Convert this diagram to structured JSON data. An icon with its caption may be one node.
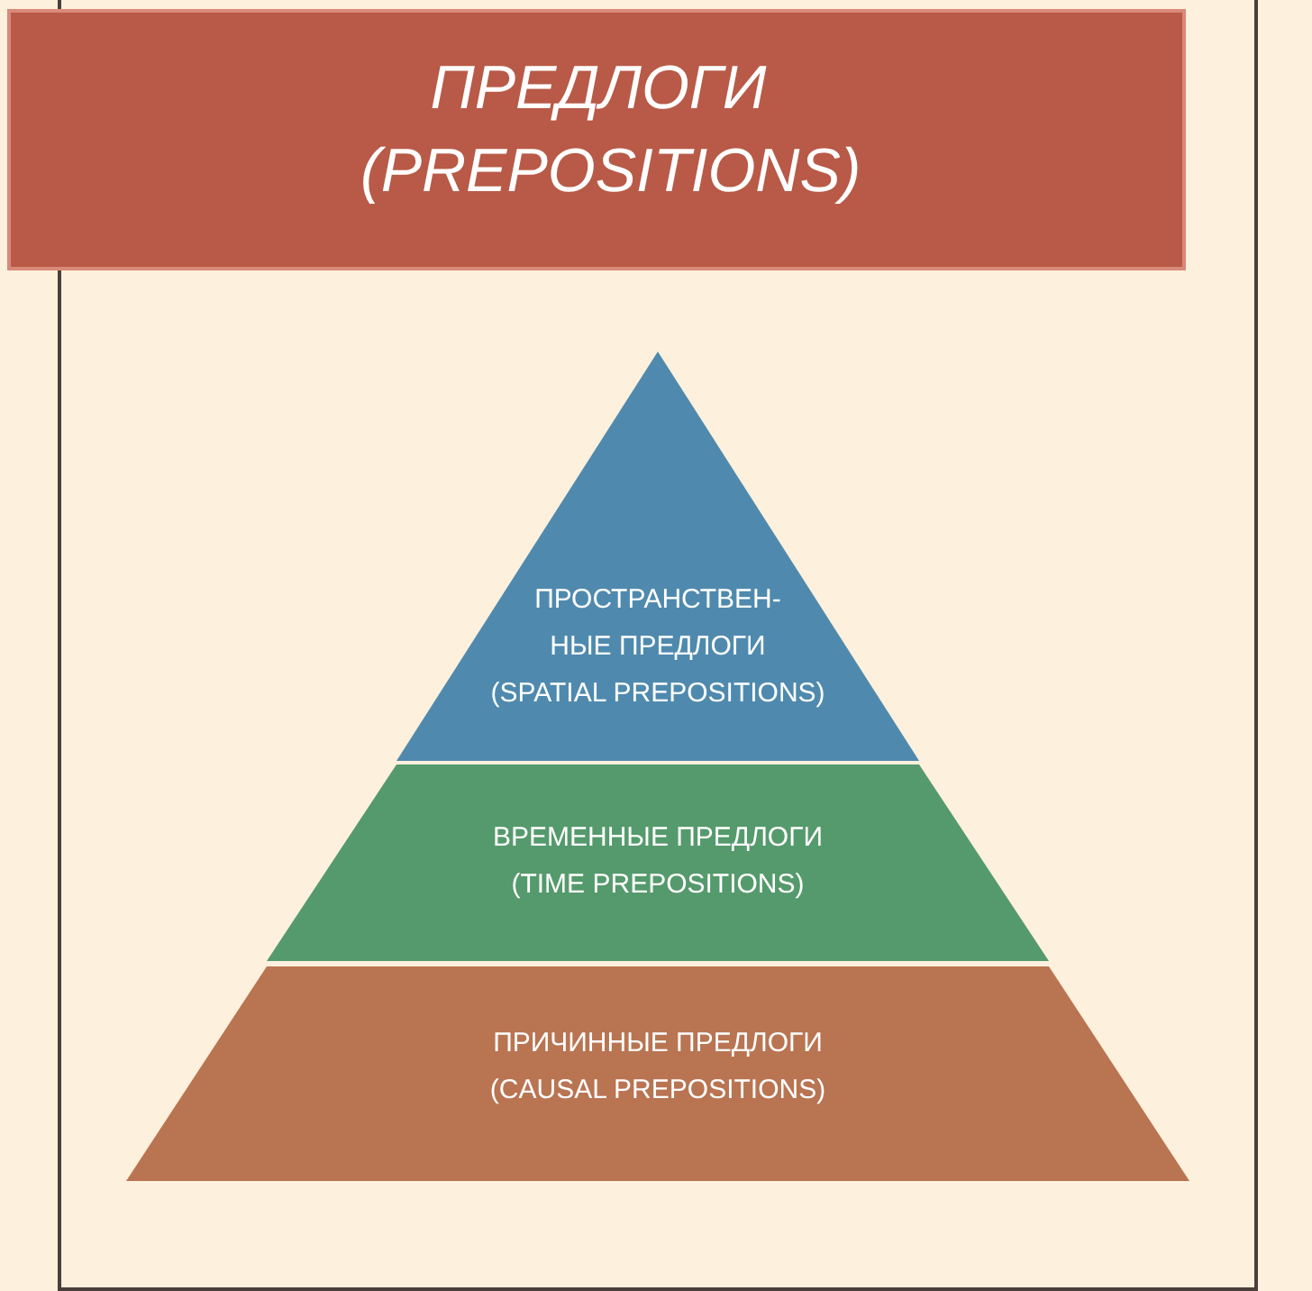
{
  "diagram": {
    "title": "ПРЕДЛОГИ (PREPOSITIONS)",
    "nodes": [
      {
        "text": [
          "ПРОСТРАНСТВЕН- НЫЕ ПРЕДЛОГИ",
          "(SPATIAL PREPOSITIONS)"
        ]
      },
      {
        "text": [
          "ВРЕМЕННЫЕ ПРЕДЛОГИ",
          "(TIME PREPOSITIONS)"
        ]
      },
      {
        "text": [
          "ПРИЧИННЫЕ ПРЕДЛОГИ",
          "(CAUSAL PREPOSITIONS)"
        ]
      }
    ]
  }
}
